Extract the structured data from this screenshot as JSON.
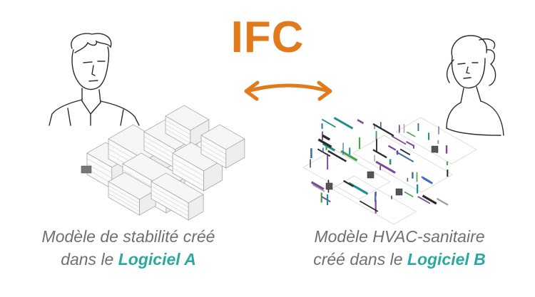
{
  "title": "IFC",
  "colors": {
    "accent": "#e07a1c",
    "software": "#2aa9a0",
    "caption": "#6f6f6f"
  },
  "left": {
    "caption_line1": "Modèle de stabilité créé",
    "caption_line2_prefix": "dans le",
    "software": "Logiciel A"
  },
  "right": {
    "caption_line1": "Modèle HVAC-sanitaire",
    "caption_line2_prefix": "créé dans le",
    "software": "Logiciel B"
  },
  "icons": [
    "double-arrow-icon",
    "man-sketch",
    "woman-sketch",
    "structural-model",
    "hvac-model"
  ]
}
